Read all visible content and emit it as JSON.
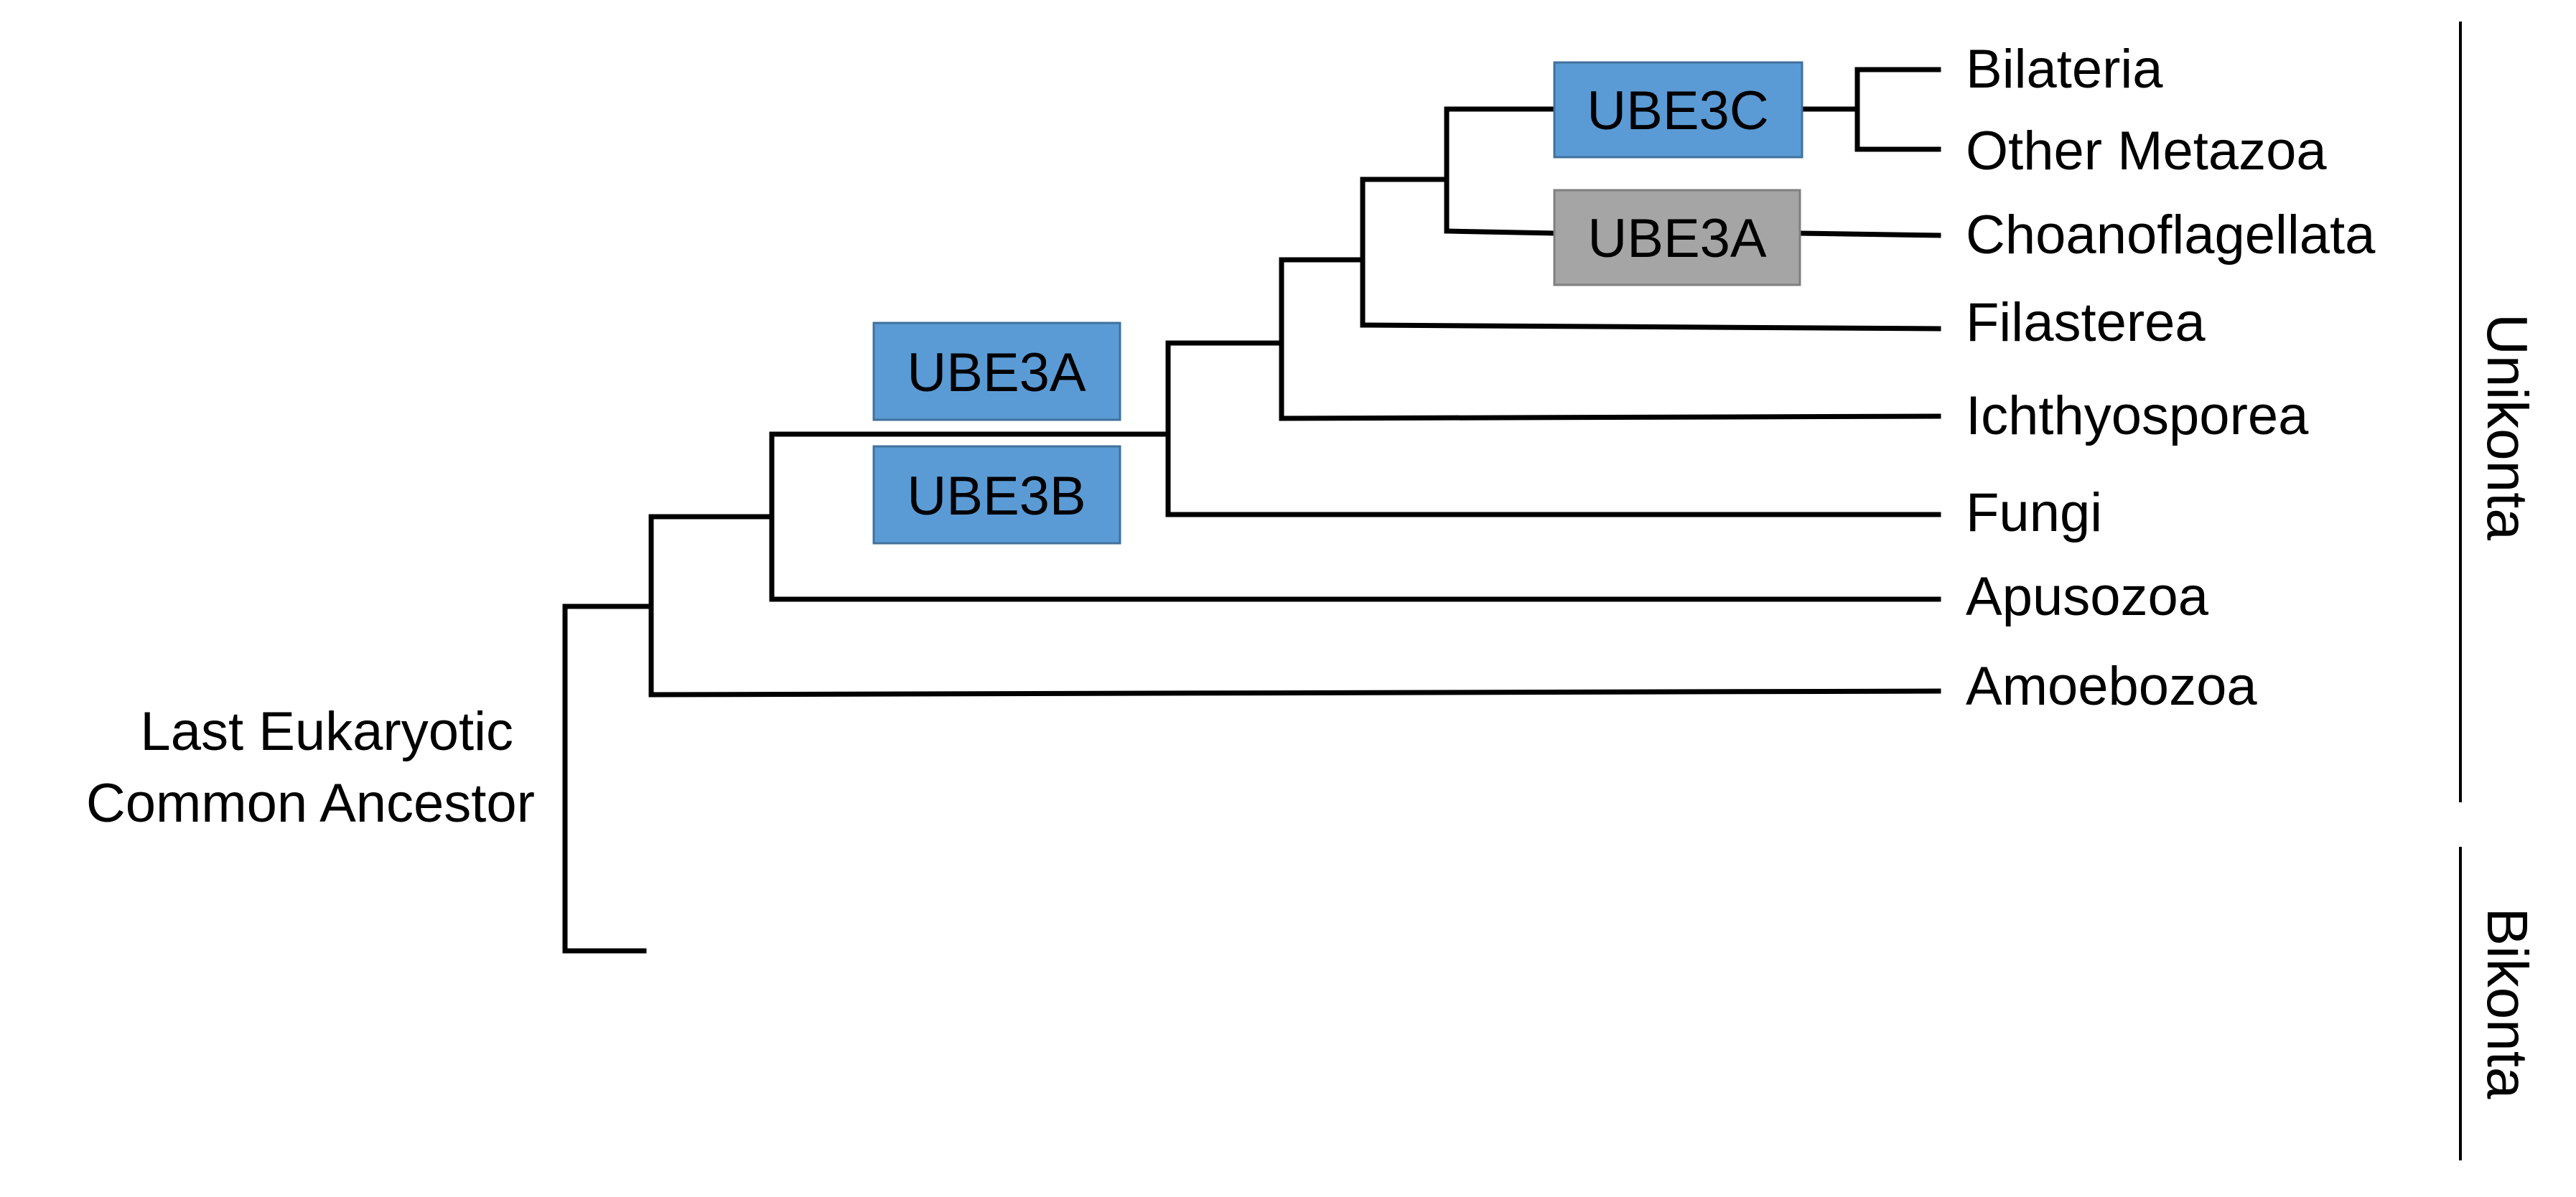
{
  "root_label": [
    "Last Eukaryotic",
    "Common Ancestor"
  ],
  "taxa": {
    "bilateria": "Bilateria",
    "other_metazoa": "Other Metazoa",
    "choanoflagellata": "Choanoflagellata",
    "filasterea": "Filasterea",
    "ichthyosporea": "Ichthyosporea",
    "fungi": "Fungi",
    "apusozoa": "Apusozoa",
    "amoebozoa": "Amoebozoa"
  },
  "gene_boxes": {
    "ube3a_early": "UBE3A",
    "ube3b_early": "UBE3B",
    "ube3c": "UBE3C",
    "ube3a_choano": "UBE3A"
  },
  "groups": {
    "unikonta": "Unikonta",
    "bikonta": "Bikonta"
  },
  "colors": {
    "blue_box": "#5B9BD5",
    "gray_box": "#A5A5A5",
    "line": "#000000"
  }
}
